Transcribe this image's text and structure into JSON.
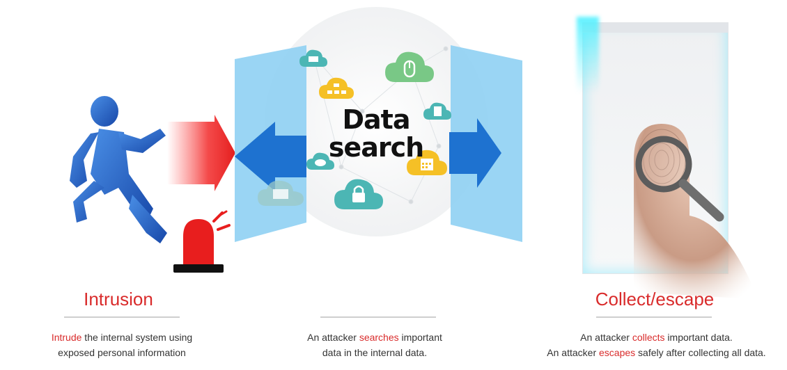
{
  "center": {
    "title_line1": "Data",
    "title_line2": "search"
  },
  "sections": [
    {
      "header": "Intrusion",
      "desc": {
        "line1_highlight": "Intrude",
        "line1_rest": " the internal system using",
        "line2": "exposed personal information"
      }
    },
    {
      "desc": {
        "line1_pre": "An attacker ",
        "line1_highlight": "searches",
        "line1_rest": " important",
        "line2": "data in the internal data."
      }
    },
    {
      "header": "Collect/escape",
      "desc": {
        "line1_pre": "An attacker ",
        "line1_highlight": "collects",
        "line1_rest": " important data.",
        "line2_pre": "An attacker ",
        "line2_highlight": "escapes",
        "line2_rest": " safely after collecting all data."
      }
    }
  ],
  "colors": {
    "accent_red": "#d92b2b",
    "figure_blue": "#1f5fc6",
    "panel_blue": "#8fd0f3",
    "cloud_teal": "#4cb6b4",
    "cloud_yellow": "#f5c026",
    "cloud_green": "#79c886"
  },
  "icons": [
    "running-man-icon",
    "siren-icon",
    "cloud-mouse-icon",
    "cloud-lock-icon",
    "cloud-calendar-icon",
    "cloud-chat-icon",
    "cloud-network-icon",
    "magnifier-icon",
    "fingerprint-icon",
    "smartphone-icon"
  ]
}
